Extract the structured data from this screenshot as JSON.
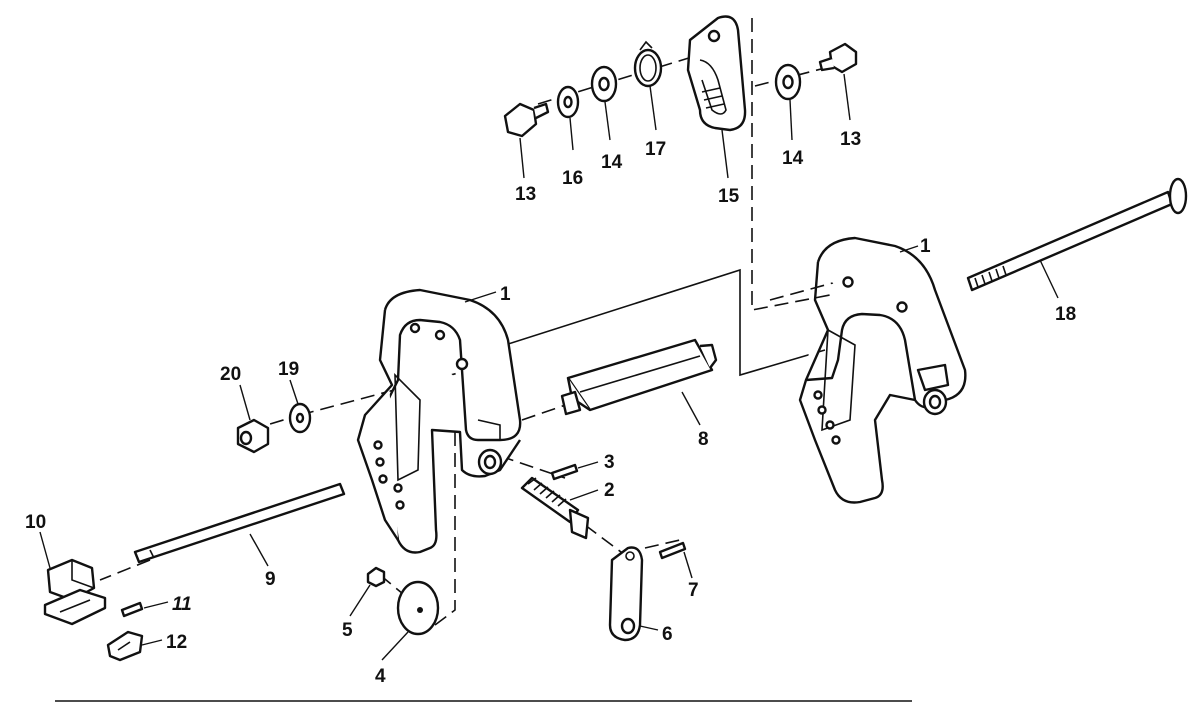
{
  "diagram": {
    "type": "exploded-parts-diagram",
    "callouts": [
      {
        "id": "c13a",
        "text": "13"
      },
      {
        "id": "c16",
        "text": "16"
      },
      {
        "id": "c14a",
        "text": "14"
      },
      {
        "id": "c17",
        "text": "17"
      },
      {
        "id": "c15",
        "text": "15"
      },
      {
        "id": "c14b",
        "text": "14"
      },
      {
        "id": "c13b",
        "text": "13"
      },
      {
        "id": "c1a",
        "text": "1"
      },
      {
        "id": "c1b",
        "text": "1"
      },
      {
        "id": "c18",
        "text": "18"
      },
      {
        "id": "c20",
        "text": "20"
      },
      {
        "id": "c19",
        "text": "19"
      },
      {
        "id": "c8",
        "text": "8"
      },
      {
        "id": "c3",
        "text": "3"
      },
      {
        "id": "c2",
        "text": "2"
      },
      {
        "id": "c10",
        "text": "10"
      },
      {
        "id": "c9",
        "text": "9"
      },
      {
        "id": "c11",
        "text": "11"
      },
      {
        "id": "c12",
        "text": "12"
      },
      {
        "id": "c5",
        "text": "5"
      },
      {
        "id": "c4",
        "text": "4"
      },
      {
        "id": "c7",
        "text": "7"
      },
      {
        "id": "c6",
        "text": "6"
      }
    ]
  }
}
